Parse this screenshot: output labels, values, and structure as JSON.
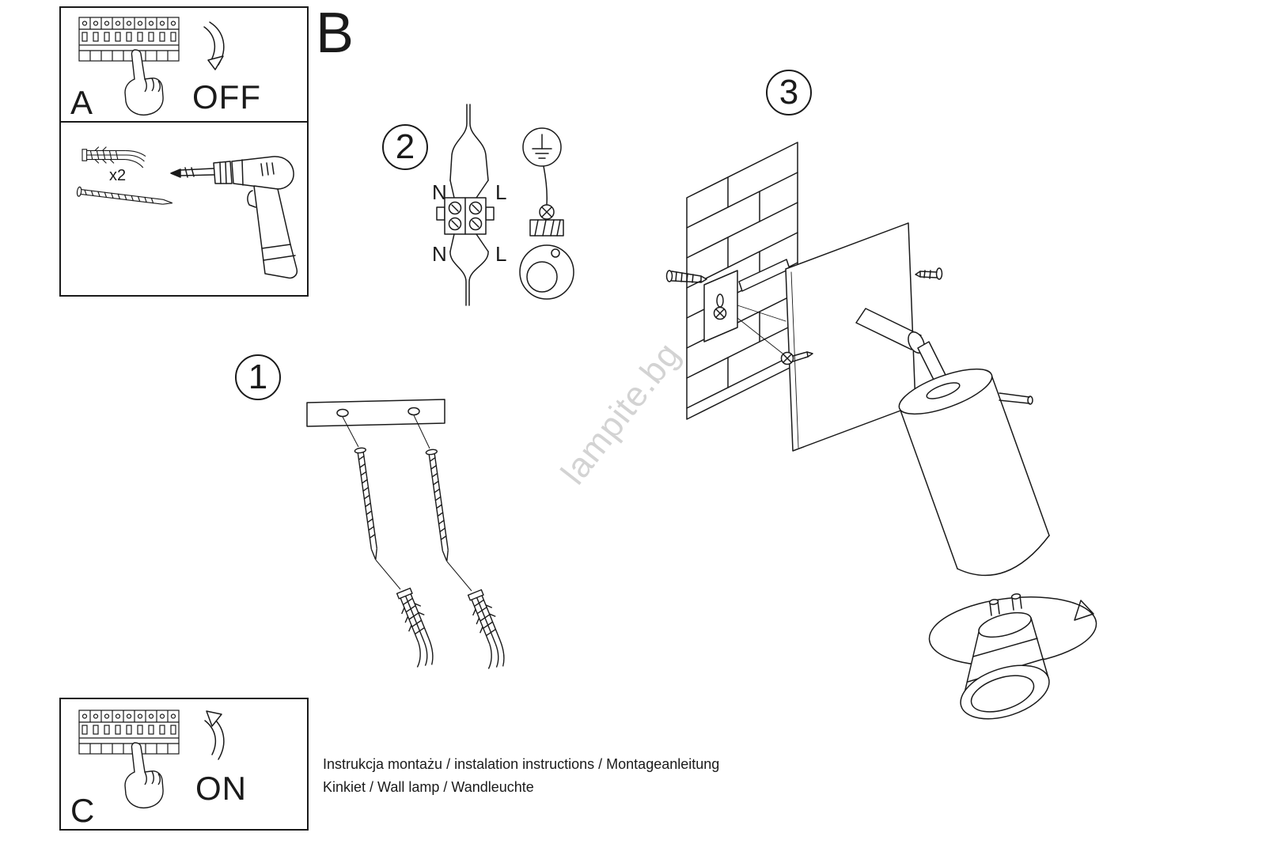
{
  "sheet": {
    "section_label": "B",
    "watermark": "lampite.bg",
    "ink_color": "#1a1a1a",
    "watermark_color": "#c9c9c9"
  },
  "power_off_panel": {
    "label": "A",
    "state": "OFF"
  },
  "power_on_panel": {
    "label": "C",
    "state": "ON"
  },
  "tools": {
    "anchor_count": "x2"
  },
  "steps": {
    "one": "1",
    "two": "2",
    "three": "3"
  },
  "wiring": {
    "n_top": "N",
    "l_top": "L",
    "n_bottom": "N",
    "l_bottom": "L"
  },
  "footer": {
    "line1": "Instrukcja montażu / instalation instructions / Montageanleitung",
    "line2": "Kinkiet / Wall lamp / Wandleuchte"
  },
  "icons": {
    "breaker-panel": "svg-shape",
    "pointing-hand": "svg-shape",
    "curved-arrow": "svg-shape",
    "wall-anchor": "svg-shape",
    "screw": "svg-shape",
    "drill": "svg-shape",
    "earth-symbol": "svg-shape",
    "terminal-block": "svg-shape",
    "gu10-bulb": "svg-shape",
    "rotation-arrow": "svg-shape"
  }
}
